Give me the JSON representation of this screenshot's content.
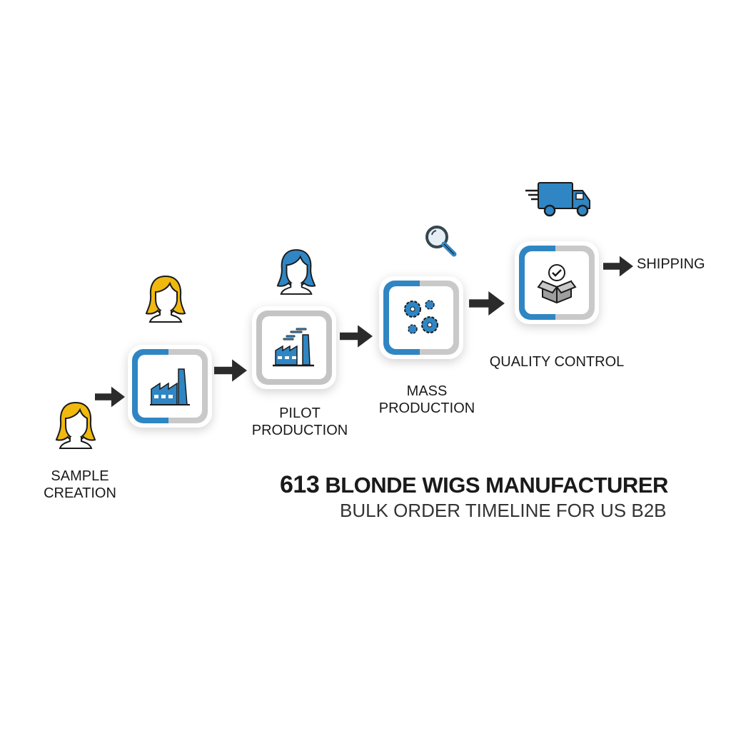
{
  "steps": [
    {
      "label_line1": "SAMPLE",
      "label_line2": "CREATION",
      "icon": "factory-icon"
    },
    {
      "label_line1": "PILOT",
      "label_line2": "PRODUCTION",
      "icon": "factory-smoke-icon"
    },
    {
      "label_line1": "MASS",
      "label_line2": "PRODUCTION",
      "icon": "gears-icon"
    },
    {
      "label_line1": "QUALITY CONTROL",
      "icon": "box-check-icon"
    },
    {
      "label_line1": "SHIPPING",
      "icon": "truck-icon"
    }
  ],
  "title": {
    "number": "613",
    "text": " BLONDE WIGS MANUFACTURER",
    "subtitle": "BULK ORDER TIMELINE FOR US B2B"
  },
  "colors": {
    "blue": "#2f86c3",
    "gray": "#c4c4c4",
    "yellow": "#f0b90f",
    "arrow": "#2b2b2b"
  }
}
